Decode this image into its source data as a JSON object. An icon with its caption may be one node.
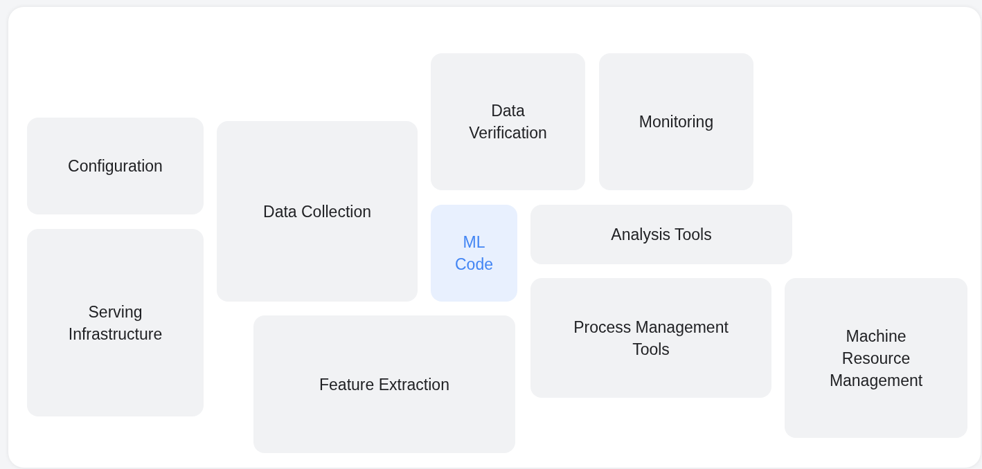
{
  "diagram": {
    "nodes": [
      {
        "text": [
          "Data Verification"
        ]
      },
      {
        "text": [
          "Monitoring"
        ]
      },
      {
        "text": [
          "Configuration"
        ]
      },
      {
        "text": [
          "Data Collection"
        ]
      },
      {
        "text": [
          "ML Code"
        ]
      },
      {
        "text": [
          "Analysis Tools"
        ]
      },
      {
        "text": [
          "Serving Infrastructure"
        ]
      },
      {
        "text": [
          "Process Management Tools"
        ]
      },
      {
        "text": [
          "Machine Resource Management"
        ]
      },
      {
        "text": [
          "Feature Extraction"
        ]
      }
    ]
  }
}
